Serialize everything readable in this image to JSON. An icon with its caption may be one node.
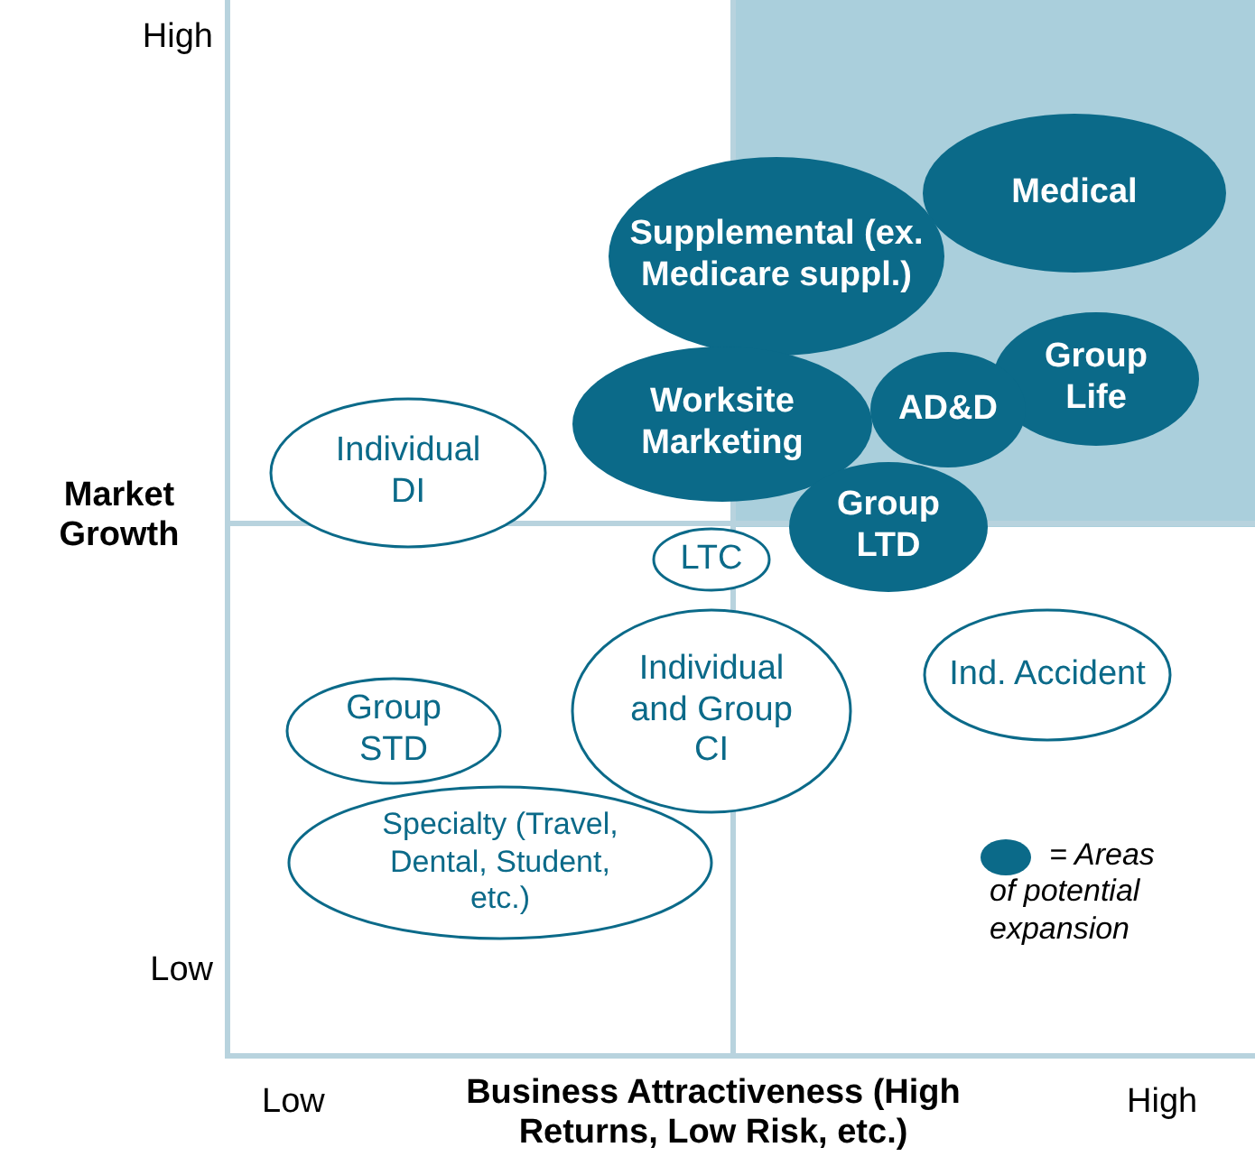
{
  "diagram": {
    "nodes": [
      {
        "text": [
          "Medical"
        ]
      },
      {
        "text": [
          "Supplemental (ex. Medicare suppl.)"
        ]
      },
      {
        "text": [
          "Group Life"
        ]
      },
      {
        "text": [
          "Worksite Marketing"
        ]
      },
      {
        "text": [
          "AD&D"
        ]
      },
      {
        "text": [
          "Individual DI"
        ]
      },
      {
        "text": [
          "Group LTD"
        ]
      },
      {
        "text": [
          "LTC"
        ]
      },
      {
        "text": [
          "Ind. Accident"
        ]
      },
      {
        "text": [
          "Individual and Group CI"
        ]
      },
      {
        "text": [
          "Group STD"
        ]
      },
      {
        "text": [
          "Specialty (Travel, Dental, Student, etc.)"
        ]
      }
    ],
    "edges": [],
    "labels": [
      "High",
      "Market Growth",
      "Low",
      "Low",
      "Business Attractiveness (High Returns, Low Risk, etc.)",
      "High"
    ],
    "legend": [
      {
        "text": "= Areas of potential expansion",
        "color": "#0b6a89"
      }
    ]
  }
}
